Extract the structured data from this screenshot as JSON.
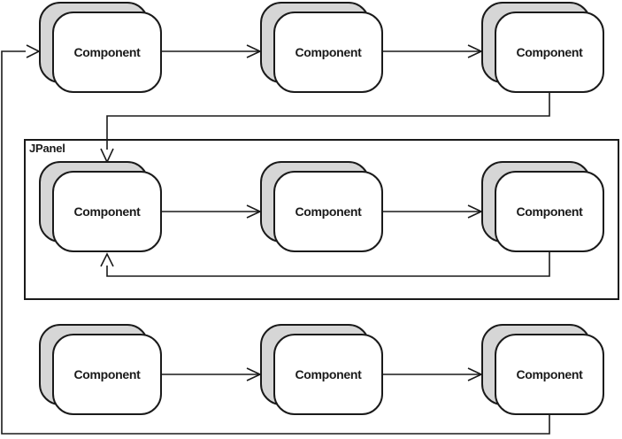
{
  "diagram": {
    "panel_label": "JPanel",
    "rows": [
      {
        "components": [
          "Component",
          "Component",
          "Component"
        ]
      },
      {
        "components": [
          "Component",
          "Component",
          "Component"
        ]
      },
      {
        "components": [
          "Component",
          "Component",
          "Component"
        ]
      }
    ],
    "colors": {
      "line": "#1a1a1a",
      "shadow_fill": "#d6d6d6",
      "box_fill": "#ffffff",
      "background": "#ffffff"
    }
  }
}
